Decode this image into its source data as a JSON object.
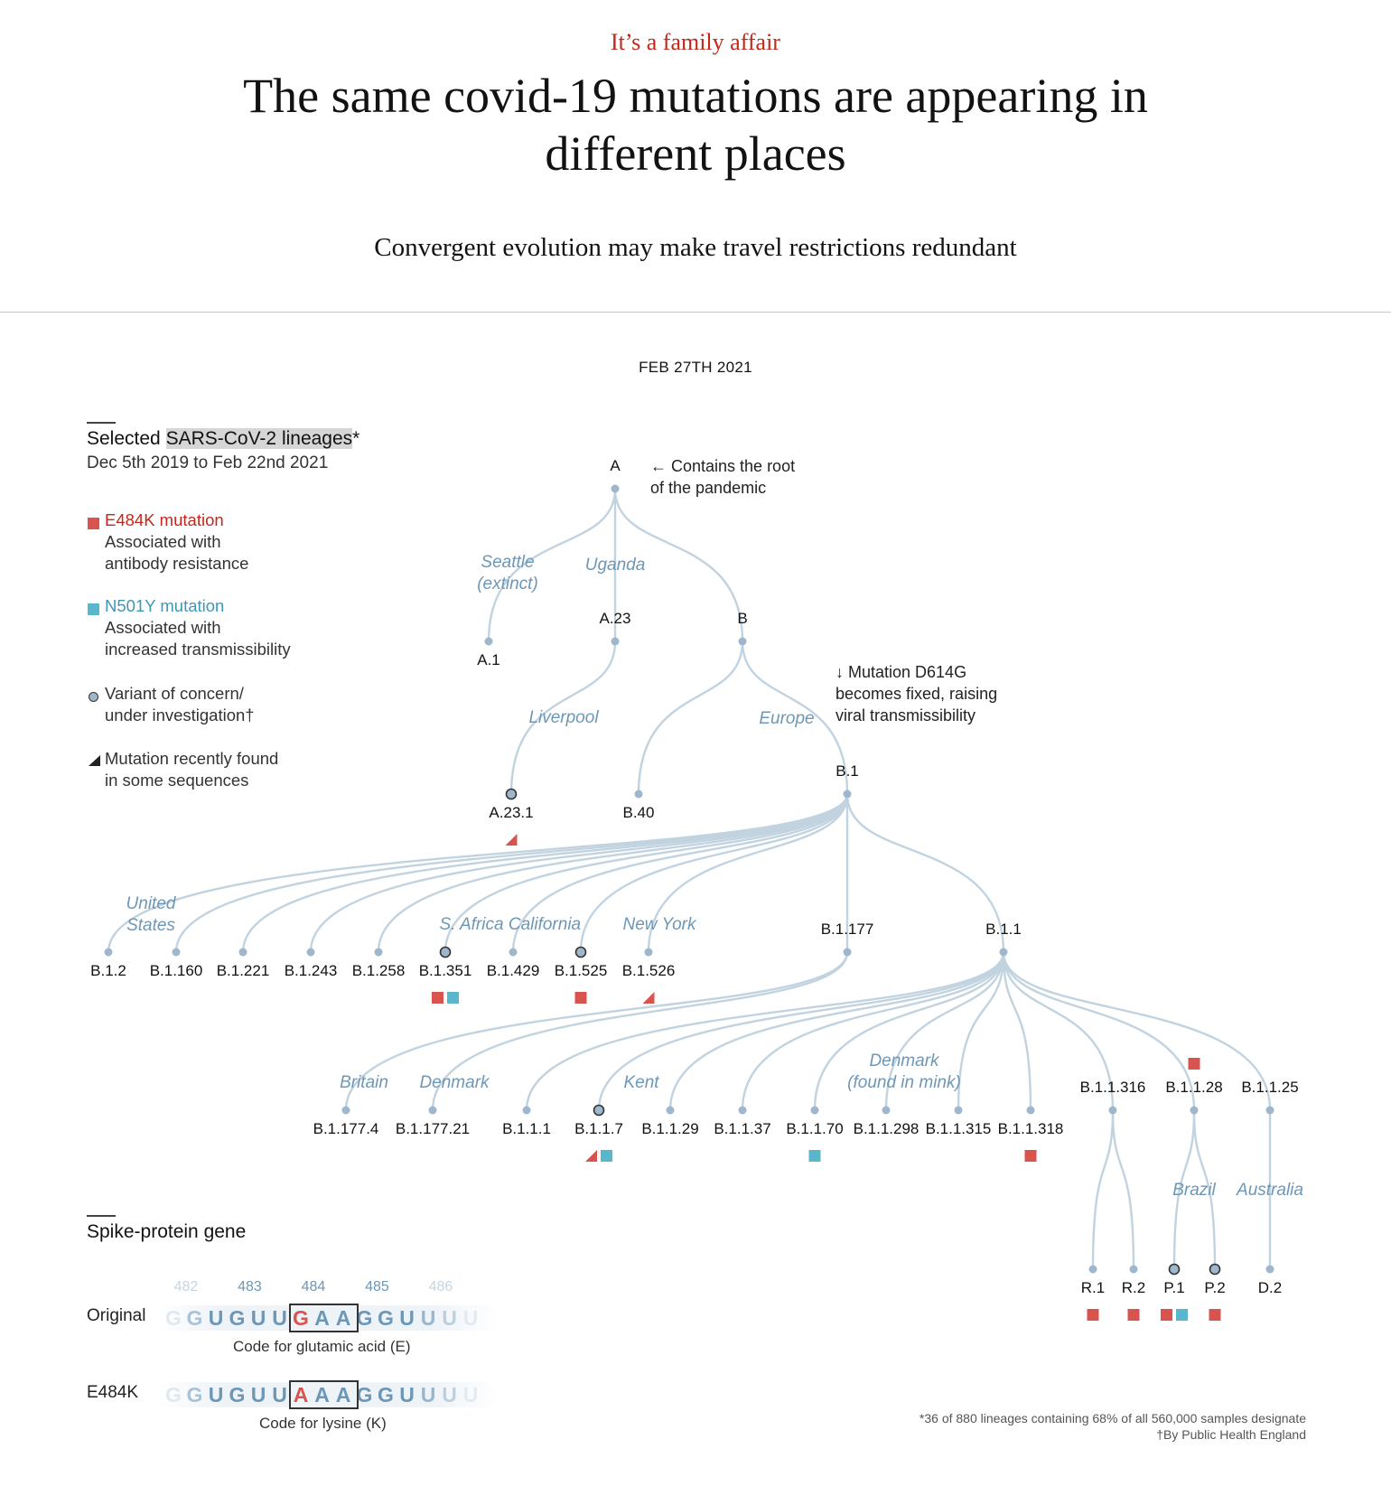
{
  "header": {
    "kicker": "It’s a family affair",
    "title": "The same covid-19 mutations are appearing in different places",
    "subtitle": "Convergent evolution may make travel restrictions redundant",
    "date": "FEB 27TH 2021"
  },
  "legend": {
    "title_main": "Selected ",
    "title_highlight": "SARS-CoV-2 lineages",
    "title_mark": "*",
    "date_range": "Dec 5th 2019 to Feb 22nd 2021",
    "items": [
      {
        "label": "E484K mutation",
        "desc1": "Associated with",
        "desc2": "antibody resistance"
      },
      {
        "label": "N501Y mutation",
        "desc1": "Associated with",
        "desc2": "increased transmissibility"
      },
      {
        "label": "Variant of concern/",
        "desc1": "under investigation†"
      },
      {
        "label": "Mutation recently found",
        "desc1": "in some sequences"
      }
    ]
  },
  "colors": {
    "e484k": "#d9534f",
    "n501y": "#5ab6cc",
    "branch": "#c2d3e0",
    "node": "#9fb7cc",
    "place": "#6d97b6",
    "kicker": "#c3271c"
  },
  "tree": {
    "annotations": {
      "root_note": [
        "← Contains the root",
        "of the pandemic"
      ],
      "d614g_note": [
        "↓ Mutation D614G",
        "becomes fixed, raising",
        "viral transmissibility"
      ]
    },
    "places": [
      "Seattle",
      "(extinct)",
      "Uganda",
      "Liverpool",
      "Europe",
      "United",
      "States",
      "S. Africa",
      "California",
      "New York",
      "Britain",
      "Denmark",
      "Kent",
      "Denmark",
      "(found in mink)",
      "Brazil",
      "Australia"
    ],
    "nodes": [
      {
        "id": "A",
        "label": "A",
        "markers": []
      },
      {
        "id": "A.1",
        "label": "A.1",
        "markers": []
      },
      {
        "id": "A.23",
        "label": "A.23",
        "markers": []
      },
      {
        "id": "B",
        "label": "B",
        "markers": []
      },
      {
        "id": "A.23.1",
        "label": "A.23.1",
        "voc": true,
        "markers": [
          "triangle"
        ]
      },
      {
        "id": "B.40",
        "label": "B.40",
        "markers": []
      },
      {
        "id": "B.1",
        "label": "B.1",
        "markers": []
      },
      {
        "id": "B.1.2",
        "label": "B.1.2",
        "markers": []
      },
      {
        "id": "B.1.160",
        "label": "B.1.160",
        "markers": []
      },
      {
        "id": "B.1.221",
        "label": "B.1.221",
        "markers": []
      },
      {
        "id": "B.1.243",
        "label": "B.1.243",
        "markers": []
      },
      {
        "id": "B.1.258",
        "label": "B.1.258",
        "markers": []
      },
      {
        "id": "B.1.351",
        "label": "B.1.351",
        "voc": true,
        "markers": [
          "E484K",
          "N501Y"
        ]
      },
      {
        "id": "B.1.429",
        "label": "B.1.429",
        "markers": []
      },
      {
        "id": "B.1.525",
        "label": "B.1.525",
        "voc": true,
        "markers": [
          "E484K"
        ]
      },
      {
        "id": "B.1.526",
        "label": "B.1.526",
        "markers": [
          "triangle"
        ]
      },
      {
        "id": "B.1.177",
        "label": "B.1.177",
        "markers": []
      },
      {
        "id": "B.1.1",
        "label": "B.1.1",
        "markers": []
      },
      {
        "id": "B.1.177.4",
        "label": "B.1.177.4",
        "markers": []
      },
      {
        "id": "B.1.177.21",
        "label": "B.1.177.21",
        "markers": []
      },
      {
        "id": "B.1.1.1",
        "label": "B.1.1.1",
        "markers": []
      },
      {
        "id": "B.1.1.7",
        "label": "B.1.1.7",
        "voc": true,
        "markers": [
          "triangle",
          "N501Y"
        ]
      },
      {
        "id": "B.1.1.29",
        "label": "B.1.1.29",
        "markers": []
      },
      {
        "id": "B.1.1.37",
        "label": "B.1.1.37",
        "markers": []
      },
      {
        "id": "B.1.1.70",
        "label": "B.1.1.70",
        "markers": [
          "N501Y"
        ]
      },
      {
        "id": "B.1.1.298",
        "label": "B.1.1.298",
        "markers": []
      },
      {
        "id": "B.1.1.315",
        "label": "B.1.1.315",
        "markers": []
      },
      {
        "id": "B.1.1.318",
        "label": "B.1.1.318",
        "markers": [
          "E484K"
        ]
      },
      {
        "id": "B.1.1.316",
        "label": "B.1.1.316",
        "markers": []
      },
      {
        "id": "B.1.1.28",
        "label": "B.1.1.28",
        "markers": [
          "E484K"
        ]
      },
      {
        "id": "B.1.1.25",
        "label": "B.1.1.25",
        "markers": []
      },
      {
        "id": "R.1",
        "label": "R.1",
        "markers": [
          "E484K"
        ]
      },
      {
        "id": "R.2",
        "label": "R.2",
        "markers": [
          "E484K"
        ]
      },
      {
        "id": "P.1",
        "label": "P.1",
        "voc": true,
        "markers": [
          "E484K",
          "N501Y"
        ]
      },
      {
        "id": "P.2",
        "label": "P.2",
        "voc": true,
        "markers": [
          "E484K"
        ]
      },
      {
        "id": "D.2",
        "label": "D.2",
        "markers": []
      }
    ]
  },
  "spike": {
    "title": "Spike-protein gene",
    "positions": [
      "482",
      "483",
      "484",
      "485",
      "486"
    ],
    "original_label": "Original",
    "original_bases": [
      "G",
      "G",
      "U",
      "G",
      "U",
      "U",
      "G",
      "A",
      "A",
      "G",
      "G",
      "U",
      "U",
      "U",
      "U"
    ],
    "original_caption": "Code for glutamic acid (E)",
    "mutant_label": "E484K",
    "mutant_bases": [
      "G",
      "G",
      "U",
      "G",
      "U",
      "U",
      "A",
      "A",
      "A",
      "G",
      "G",
      "U",
      "U",
      "U",
      "U"
    ],
    "mutant_caption": "Code for lysine (K)"
  },
  "footnotes": [
    "*36 of 880 lineages containing 68% of all 560,000 samples designate",
    "†By Public Health England"
  ]
}
